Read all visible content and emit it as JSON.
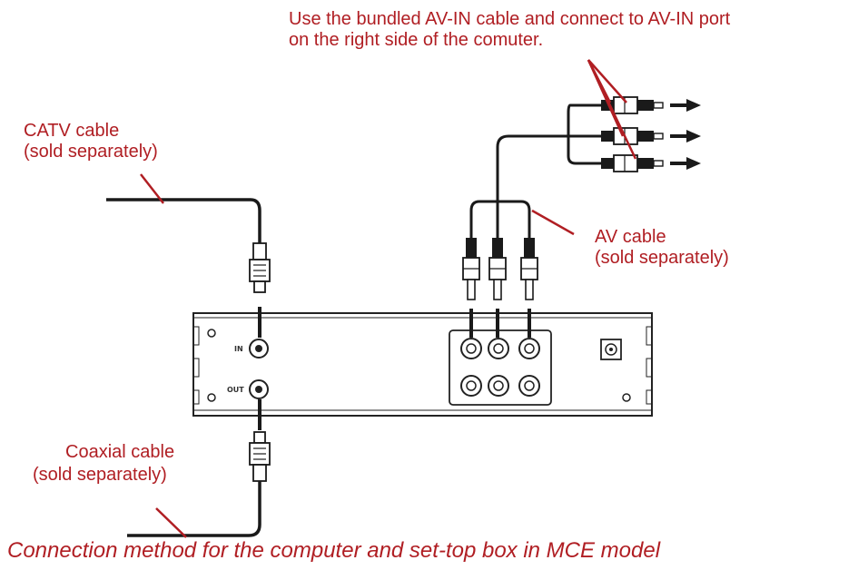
{
  "labels": {
    "av_in_line1": "Use the bundled AV-IN cable and connect to AV-IN port",
    "av_in_line2": "on the right side of the comuter.",
    "catv_line1": "CATV cable",
    "catv_line2": "(sold separately)",
    "av_cable_line1": "AV cable",
    "av_cable_line2": "(sold separately)",
    "coax_line1": "Coaxial cable",
    "coax_line2": "(sold separately)"
  },
  "panel": {
    "in_label": "IN",
    "out_label": "OUT"
  },
  "caption": "Connection method for the computer and set-top box in MCE model",
  "colors": {
    "label_red": "#b01e23",
    "line": "#1a1a1a"
  }
}
